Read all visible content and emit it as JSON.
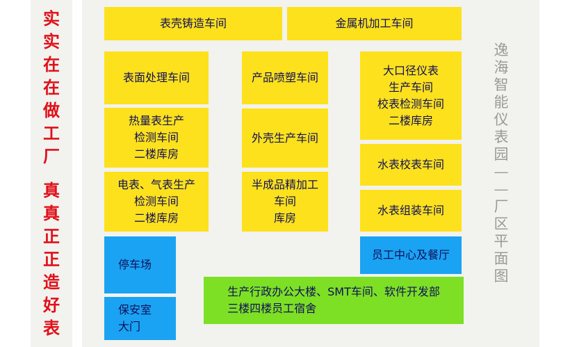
{
  "slogan": {
    "top": [
      "实",
      "实",
      "在",
      "在",
      "做",
      "工",
      "厂"
    ],
    "bottom": [
      "真",
      "真",
      "正",
      "正",
      "造",
      "好",
      "表"
    ]
  },
  "title": [
    "逸",
    "海",
    "智",
    "能",
    "仪",
    "表",
    "园",
    "—",
    "—",
    "厂",
    "区",
    "平",
    "面",
    "图"
  ],
  "blocks": {
    "casing_casting": [
      "表壳铸造车间"
    ],
    "metal_machining": [
      "金属机加工车间"
    ],
    "surface_treatment": [
      "表面处理车间"
    ],
    "spray_molding": [
      "产品喷塑车间"
    ],
    "large_caliber": [
      "大口径仪表",
      "生产车间",
      "校表检测车间",
      "二楼库房"
    ],
    "heat_meter": [
      "热量表生产",
      "检测车间",
      "二楼库房"
    ],
    "outer_shell": [
      "外壳生产车间"
    ],
    "water_calibration": [
      "水表校表车间"
    ],
    "electric_gas": [
      "电表、气表生产",
      "检测车间",
      "二楼库房"
    ],
    "semi_finished": [
      "半成品精加工",
      "车间",
      "库房"
    ],
    "water_assembly": [
      "水表组装车间"
    ],
    "parking": [
      "停车场"
    ],
    "staff_center": [
      "员工中心及餐厅"
    ],
    "admin_building": [
      "生产行政办公大楼、SMT车间、软件开发部",
      "三楼四楼员工宿舍"
    ],
    "security": [
      "保安室",
      "大门"
    ]
  },
  "colors": {
    "workshop": "#fde11c",
    "facility": "#1aa3f2",
    "office": "#7de024",
    "slogan": "#e0101a",
    "title": "#9a9a9a",
    "text": "#10105a"
  }
}
